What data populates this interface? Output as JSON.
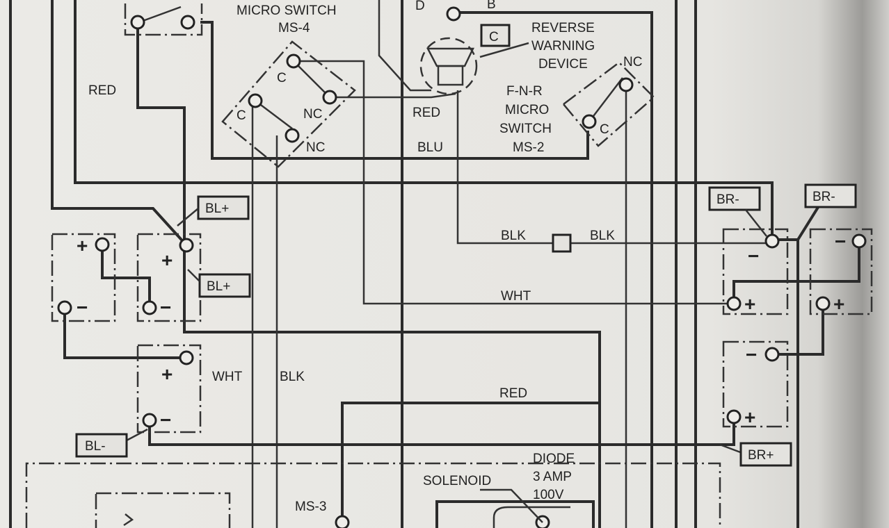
{
  "labels": {
    "ms4_title": "MICRO SWITCH",
    "ms4_id": "MS-4",
    "ms4_c1": "C",
    "ms4_c2": "C",
    "ms4_nc1": "NC",
    "ms4_nc2": "NC",
    "top_d": "D",
    "top_b": "B",
    "device_c": "C",
    "reverse_1": "REVERSE",
    "reverse_2": "WARNING",
    "reverse_3": "DEVICE",
    "fnr_1": "F-N-R",
    "fnr_2": "MICRO",
    "fnr_3": "SWITCH",
    "fnr_4": "MS-2",
    "ms2_nc": "NC",
    "ms2_c": "C",
    "red_left": "RED",
    "red_mid": "RED",
    "red_bottom": "RED",
    "blu": "BLU",
    "blk_1": "BLK",
    "blk_2": "BLK",
    "blk_3": "BLK",
    "wht_1": "WHT",
    "wht_2": "WHT",
    "bl_plus_1": "BL+",
    "bl_plus_2": "BL+",
    "bl_minus": "BL-",
    "br_minus_1": "BR-",
    "br_minus_2": "BR-",
    "br_plus": "BR+",
    "diode_1": "DIODE",
    "diode_2": "3 AMP",
    "diode_3": "100V",
    "solenoid": "SOLENOID",
    "ms3": "MS-3"
  },
  "signs": {
    "plus": "+",
    "minus": "−"
  }
}
